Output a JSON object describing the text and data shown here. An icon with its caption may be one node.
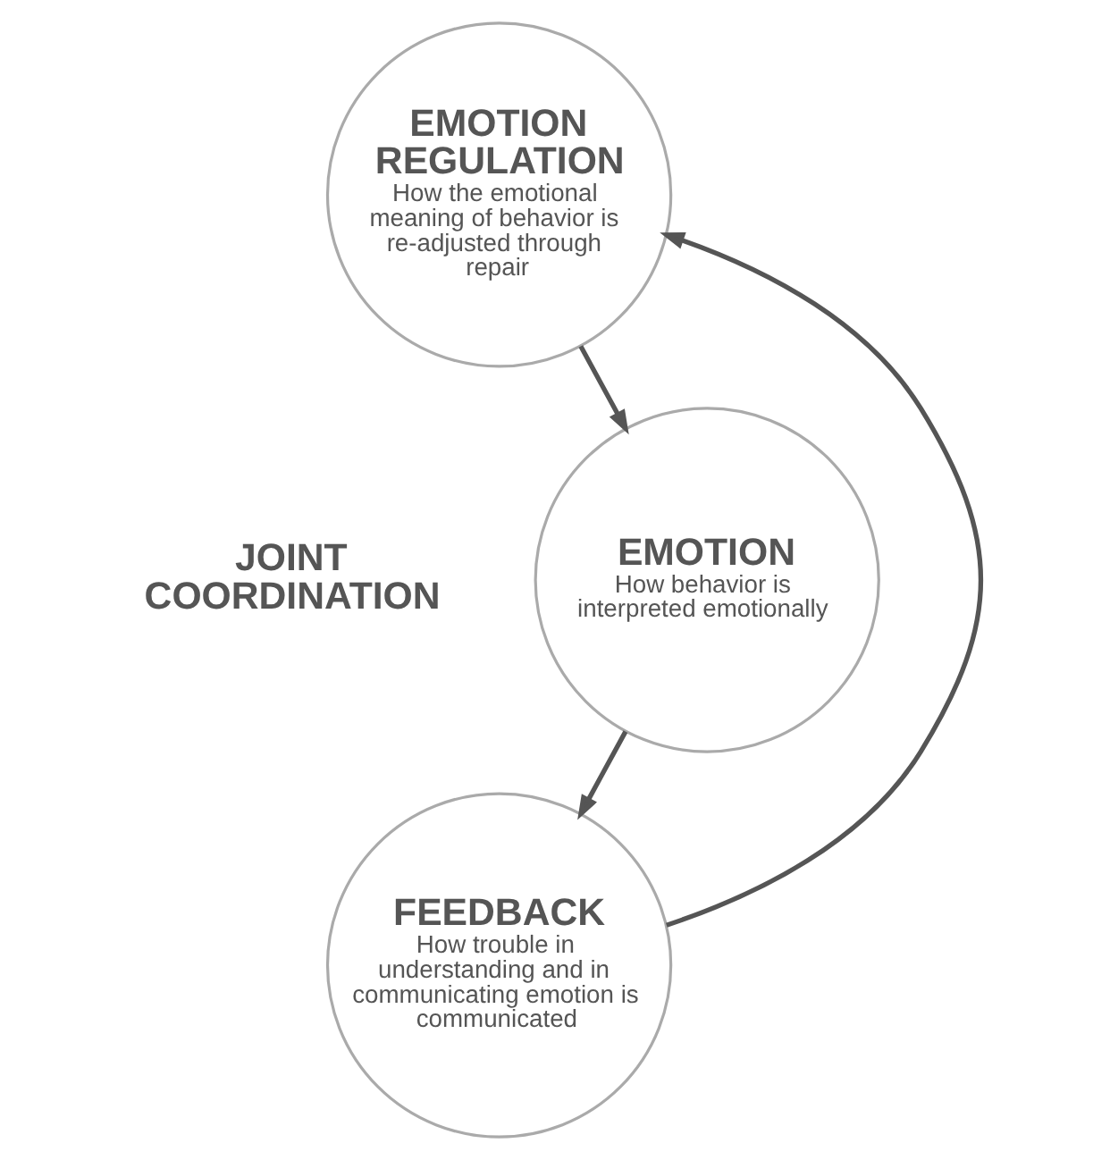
{
  "diagram": {
    "nodes": [
      {
        "text": [
          "EMOTION REGULATION",
          "How the emotional meaning of behavior is re-adjusted through repair"
        ]
      },
      {
        "text": [
          "EMOTION",
          "How behavior is interpreted emotionally"
        ]
      },
      {
        "text": [
          "FEEDBACK",
          "How trouble in understanding and in communicating emotion is communicated"
        ]
      }
    ],
    "edges": [
      {
        "from": 0,
        "to": 1,
        "arrow": "to"
      },
      {
        "from": 1,
        "to": 2,
        "arrow": "to"
      },
      {
        "from": 2,
        "to": 0,
        "arrow": "to"
      }
    ],
    "labels": [
      "JOINT COORDINATION"
    ]
  }
}
